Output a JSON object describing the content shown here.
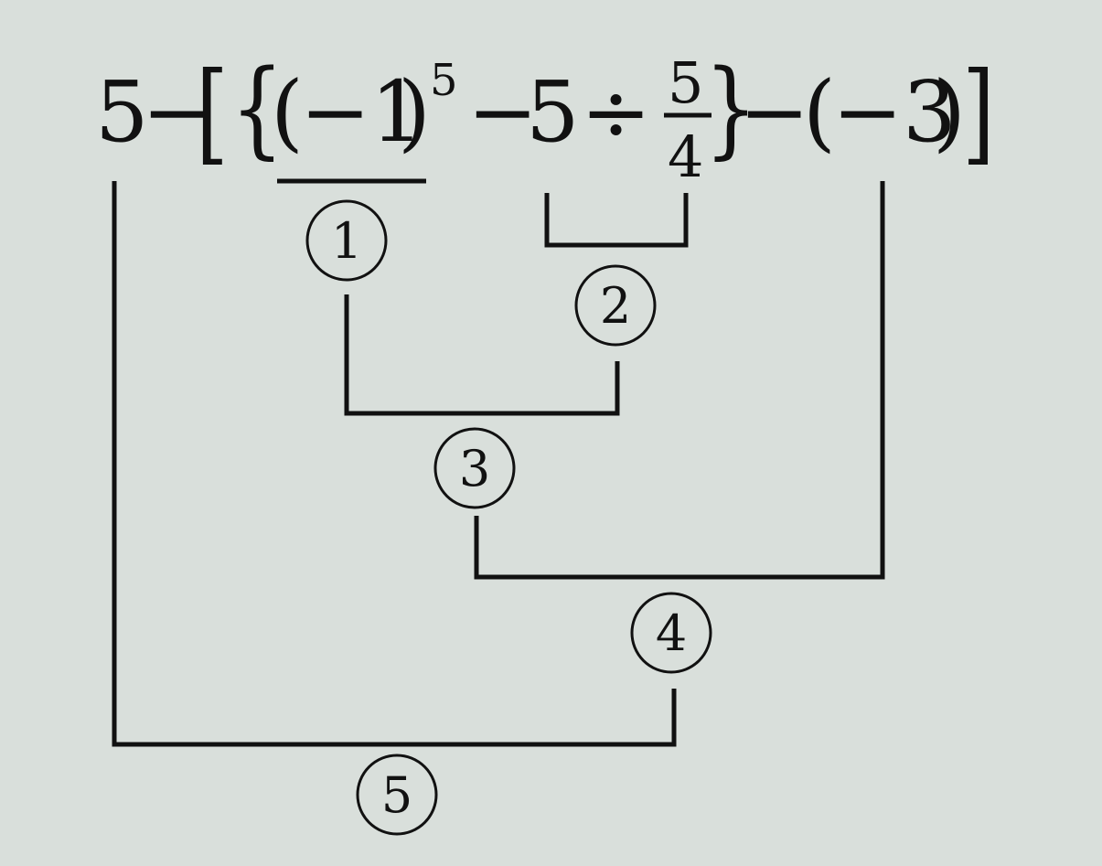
{
  "expression": {
    "base": "5",
    "minus": "−",
    "bracket_open": "[",
    "brace_open": "{",
    "paren_open": "(",
    "neg_one": "−1",
    "paren_close": ")",
    "exponent": "5",
    "five": "5",
    "divide": "÷",
    "frac_num": "5",
    "frac_den": "4",
    "brace_close": "}",
    "neg_three": "−3",
    "bracket_close": "]"
  },
  "steps": [
    "1",
    "2",
    "3",
    "4",
    "5"
  ],
  "colors": {
    "background": "#d9dfdb",
    "ink": "#111111"
  }
}
